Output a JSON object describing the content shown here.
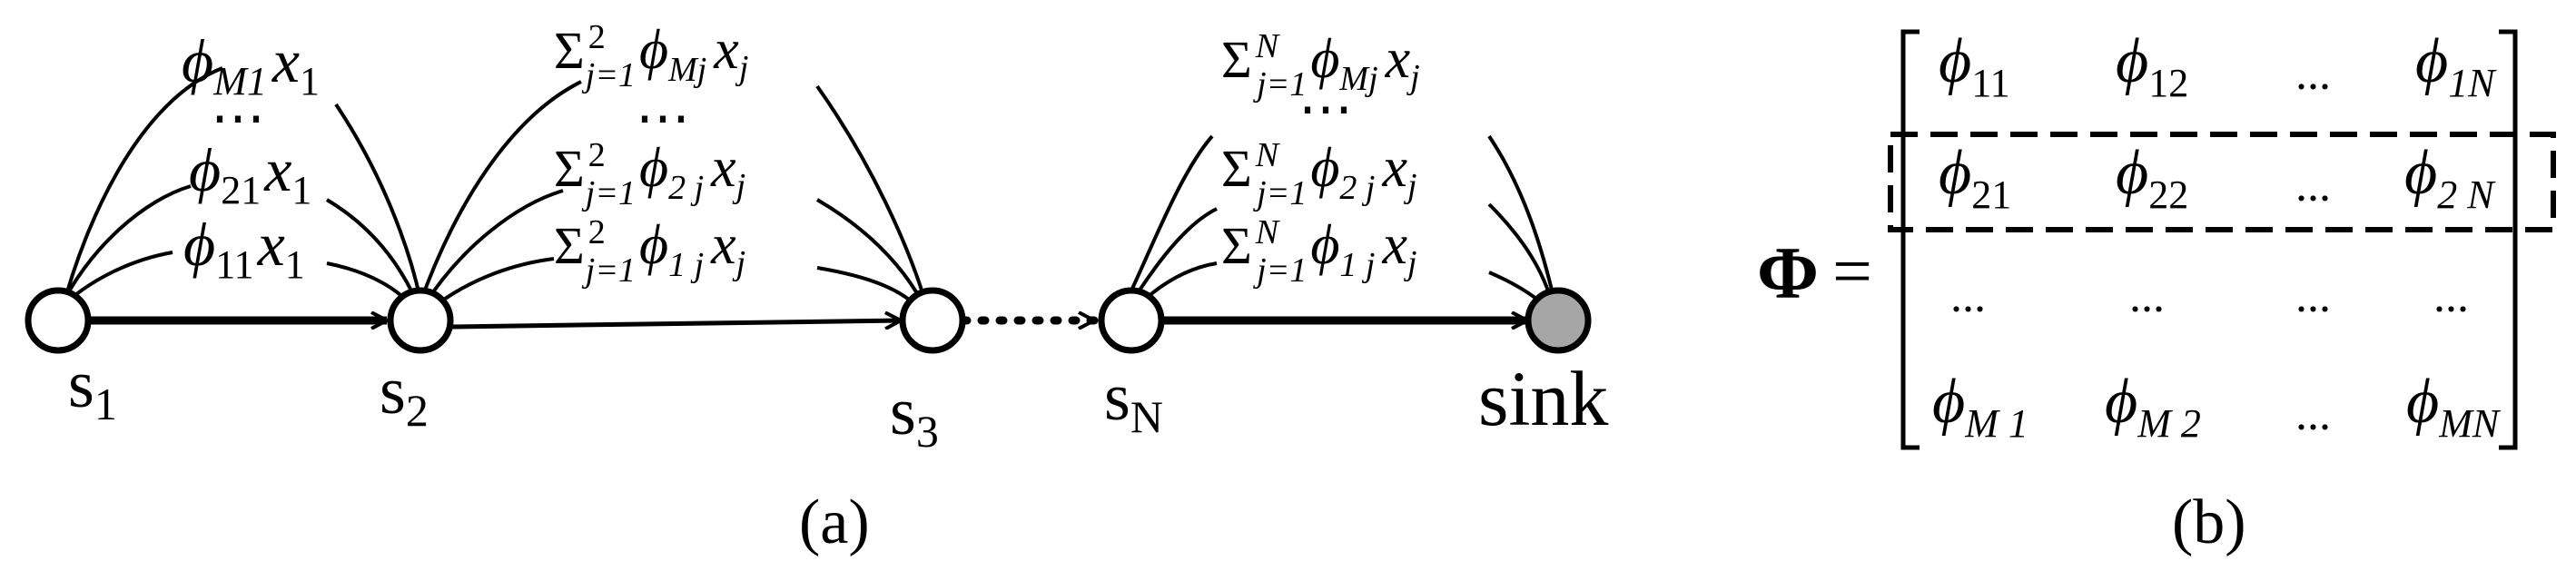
{
  "panel_a": {
    "caption": "(a)",
    "nodes": [
      {
        "id": "s1",
        "label": "s",
        "sub": "1",
        "fill": "#ffffff"
      },
      {
        "id": "s2",
        "label": "s",
        "sub": "2",
        "fill": "#ffffff"
      },
      {
        "id": "s3",
        "label": "s",
        "sub": "3",
        "fill": "#ffffff"
      },
      {
        "id": "sN",
        "label": "s",
        "sub": "N",
        "fill": "#ffffff"
      },
      {
        "id": "sink",
        "label": "sink",
        "sub": "",
        "fill": "#a6a6a6"
      }
    ],
    "ellipsis": "⋯",
    "hop1_labels": {
      "top": {
        "phi": "ϕ",
        "sub": "M1",
        "x": "x",
        "xsub": "1"
      },
      "mid": {
        "phi": "ϕ",
        "sub": "21",
        "x": "x",
        "xsub": "1"
      },
      "bot": {
        "phi": "ϕ",
        "sub": "11",
        "x": "x",
        "xsub": "1"
      }
    },
    "hop2_labels": {
      "top": {
        "sigma": "Σ",
        "upper": "2",
        "lower": "j=1",
        "phi": "ϕ",
        "sub": "Mj",
        "x": "x",
        "xsub": "j"
      },
      "mid": {
        "sigma": "Σ",
        "upper": "2",
        "lower": "j=1",
        "phi": "ϕ",
        "sub": "2 j",
        "x": "x",
        "xsub": "j"
      },
      "bot": {
        "sigma": "Σ",
        "upper": "2",
        "lower": "j=1",
        "phi": "ϕ",
        "sub": "1 j",
        "x": "x",
        "xsub": "j"
      }
    },
    "hopN_labels": {
      "top": {
        "sigma": "Σ",
        "upper": "N",
        "lower": "j=1",
        "phi": "ϕ",
        "sub": "Mj",
        "x": "x",
        "xsub": "j"
      },
      "mid": {
        "sigma": "Σ",
        "upper": "N",
        "lower": "j=1",
        "phi": "ϕ",
        "sub": "2 j",
        "x": "x",
        "xsub": "j"
      },
      "bot": {
        "sigma": "Σ",
        "upper": "N",
        "lower": "j=1",
        "phi": "ϕ",
        "sub": "1 j",
        "x": "x",
        "xsub": "j"
      }
    }
  },
  "panel_b": {
    "caption": "(b)",
    "symbol": "Φ",
    "equals": "=",
    "phi": "ϕ",
    "matrix": [
      [
        "11",
        "12",
        "...",
        "1N"
      ],
      [
        "21",
        "22",
        "...",
        "2 N"
      ],
      [
        "...",
        "...",
        "...",
        "..."
      ],
      [
        "M 1",
        "M 2",
        "...",
        "MN"
      ]
    ],
    "highlight_row": 1
  }
}
